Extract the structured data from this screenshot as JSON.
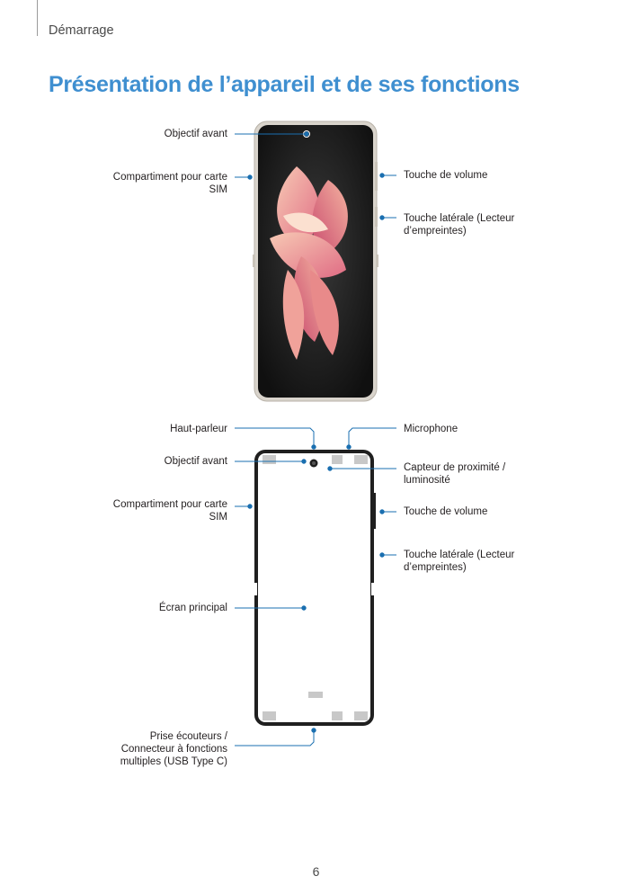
{
  "header": {
    "section": "Démarrage"
  },
  "title": "Présentation de l’appareil et de ses fonctions",
  "colors": {
    "title": "#3f8fd0",
    "callout_line": "#1a6fb0",
    "device_frame": "#1f1f1f"
  },
  "diagram_top": {
    "callouts": {
      "front_camera": "Objectif avant",
      "sim_tray": "Compartiment pour carte SIM",
      "volume_key": "Touche de volume",
      "side_key": "Touche latérale (Lecteur d’empreintes)"
    }
  },
  "diagram_bottom": {
    "callouts": {
      "speaker": "Haut-parleur",
      "front_camera": "Objectif avant",
      "sim_tray": "Compartiment pour carte SIM",
      "main_screen": "Écran principal",
      "earphone_jack": "Prise écouteurs / Connecteur à fonctions multiples (USB Type C)",
      "microphone": "Microphone",
      "proximity_sensor": "Capteur de proximité / luminosité",
      "volume_key": "Touche de volume",
      "side_key": "Touche latérale (Lecteur d’empreintes)"
    }
  },
  "footer": {
    "page_number": "6"
  }
}
